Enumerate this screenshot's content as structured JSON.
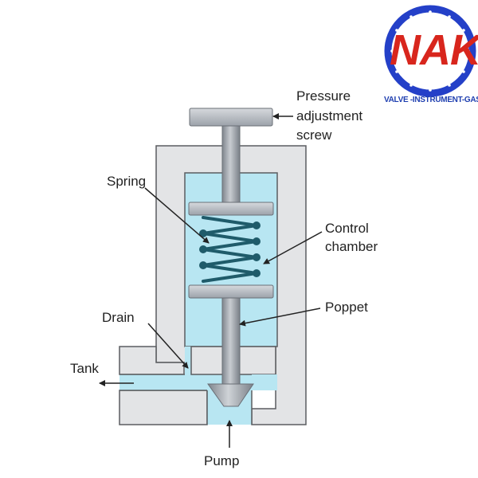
{
  "logo": {
    "brand": "NAK",
    "tagline": "VALVE -INSTRUMENT-GASKET",
    "colors": {
      "ring": "#2440c8",
      "text": "#d8261d",
      "tagline": "#1f3fb0"
    }
  },
  "labels": {
    "pressure_line1": "Pressure",
    "pressure_line2": "adjustment",
    "pressure_line3": "screw",
    "spring": "Spring",
    "control_line1": "Control",
    "control_line2": "chamber",
    "poppet": "Poppet",
    "drain": "Drain",
    "tank": "Tank",
    "pump": "Pump"
  },
  "colors": {
    "body": "#e3e4e6",
    "outline": "#5b5d60",
    "fluid": "#b8e6f2",
    "steel": "#9aa0a8",
    "spring": "#1f5b6a",
    "arrow": "#222222"
  }
}
